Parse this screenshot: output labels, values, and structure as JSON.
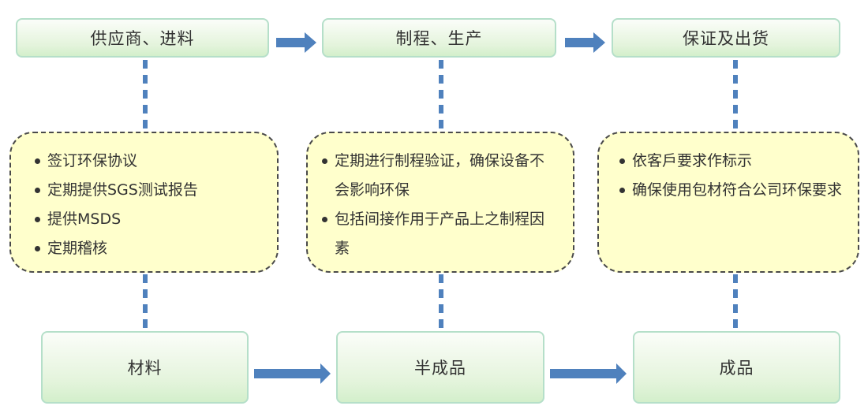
{
  "top_stages": [
    {
      "label": "供应商、进料"
    },
    {
      "label": "制程、生产"
    },
    {
      "label": "保证及出货"
    }
  ],
  "notes": [
    {
      "items": [
        "签订环保协议",
        "定期提供SGS测试报告",
        "提供MSDS",
        "定期稽核"
      ]
    },
    {
      "items": [
        "定期进行制程验证，确保设备不会影响环保",
        "包括间接作用于产品上之制程因素"
      ]
    },
    {
      "items": [
        "依客戶要求作标示",
        "确保使用包材符合公司环保要求"
      ]
    }
  ],
  "bottom_stages": [
    {
      "label": "材料"
    },
    {
      "label": "半成品"
    },
    {
      "label": "成品"
    }
  ],
  "colors": {
    "arrow": "#4f81bd",
    "connector": "#4f81bd",
    "stage_border": "#b5dfc9",
    "note_fill": "#ffffcc",
    "note_border": "#4a4a4a"
  }
}
